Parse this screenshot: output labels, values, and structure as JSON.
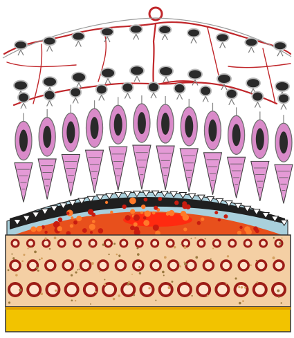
{
  "figure": {
    "kind": "retina-layers-illustration",
    "labels": []
  },
  "colors": {
    "background": "#ffffff",
    "vessel": "#c0262a",
    "cell_dark": "#2a2a2a",
    "cell_grey": "#9a9a9a",
    "cell_pink": "#d98ac9",
    "outer_segment": "#e49ad6",
    "rpe_band": "#222222",
    "bruch_band": "#a9d0dc",
    "choroid": "#e8501c",
    "choroid_blood": "#ff2a10",
    "sclera_base": "#f4cfa4",
    "ring": "#9c1c16",
    "ring_inner": "#ffe4cc",
    "yellow_band": "#f2c300"
  },
  "counts": {
    "photoreceptor_columns": 12,
    "ganglion_row_1": 10,
    "ganglion_row_2": 10,
    "bipolar_row": 11
  }
}
